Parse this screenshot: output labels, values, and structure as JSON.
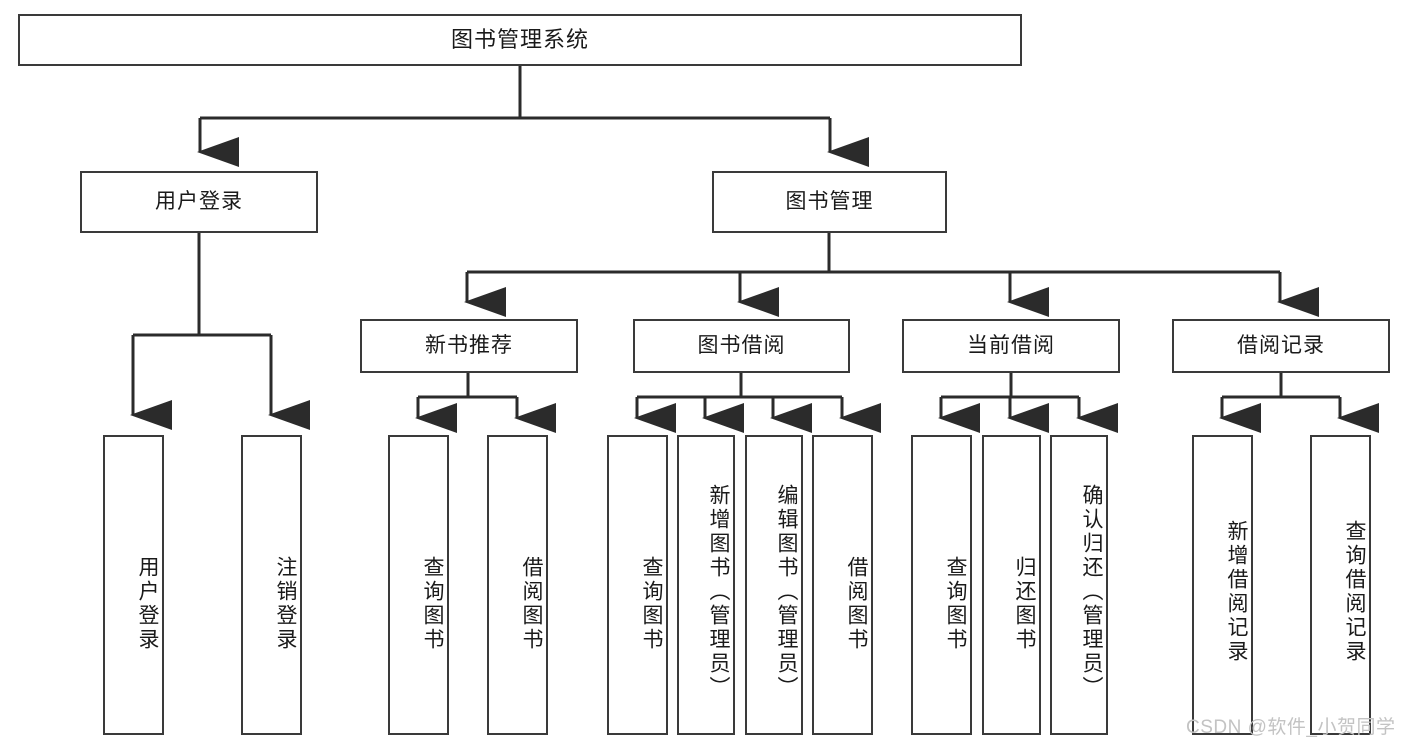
{
  "diagram": {
    "title": "图书管理系统",
    "type": "hierarchy-tree",
    "root": {
      "label": "图书管理系统",
      "children": [
        {
          "label": "用户登录",
          "children": [
            {
              "label": "用户登录"
            },
            {
              "label": "注销登录"
            }
          ]
        },
        {
          "label": "图书管理",
          "children": [
            {
              "label": "新书推荐",
              "children": [
                {
                  "label": "查询图书"
                },
                {
                  "label": "借阅图书"
                }
              ]
            },
            {
              "label": "图书借阅",
              "children": [
                {
                  "label": "查询图书"
                },
                {
                  "label": "新增图书（管理员）"
                },
                {
                  "label": "编辑图书（管理员）"
                },
                {
                  "label": "借阅图书"
                }
              ]
            },
            {
              "label": "当前借阅",
              "children": [
                {
                  "label": "查询图书"
                },
                {
                  "label": "归还图书"
                },
                {
                  "label": "确认归还（管理员）"
                }
              ]
            },
            {
              "label": "借阅记录",
              "children": [
                {
                  "label": "新增借阅记录"
                },
                {
                  "label": "查询借阅记录"
                }
              ]
            }
          ]
        }
      ]
    },
    "nodes": {
      "root": "图书管理系统",
      "l2_user_login": "用户登录",
      "l2_book_manage": "图书管理",
      "l3_new_book": "新书推荐",
      "l3_borrow": "图书借阅",
      "l3_current": "当前借阅",
      "l3_record": "借阅记录",
      "leaf_user_login": "用户登录",
      "leaf_logout": "注销登录",
      "leaf_nb_query": "查询图书",
      "leaf_nb_borrow": "借阅图书",
      "leaf_bk_query": "查询图书",
      "leaf_bk_add": "新增图书（管理员）",
      "leaf_bk_edit": "编辑图书（管理员）",
      "leaf_bk_borrow": "借阅图书",
      "leaf_cur_query": "查询图书",
      "leaf_cur_return": "归还图书",
      "leaf_cur_confirm": "确认归还（管理员）",
      "leaf_rec_add": "新增借阅记录",
      "leaf_rec_query": "查询借阅记录"
    },
    "colors": {
      "border": "#3a3a3a",
      "fill": "#ffffff",
      "text": "#1a1a1a",
      "connector": "#2b2b2b",
      "watermark": "#c3c3c3",
      "background": "#ffffff"
    },
    "watermark": "CSDN @软件_小贺同学"
  }
}
